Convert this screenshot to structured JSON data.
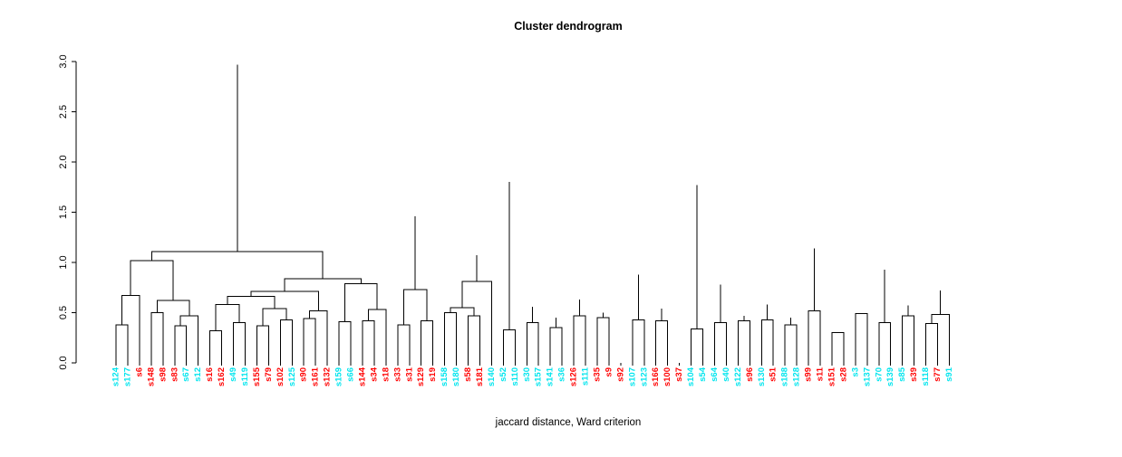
{
  "chart_data": {
    "type": "dendrogram",
    "title": "Cluster dendrogram",
    "xlabel": "jaccard distance, Ward criterion",
    "ylabel": "",
    "ylim": [
      0,
      3.0
    ],
    "yticks": [
      "0.0",
      "0.5",
      "1.0",
      "1.5",
      "2.0",
      "2.5",
      "3.0"
    ],
    "ytick_values": [
      0.0,
      0.5,
      1.0,
      1.5,
      2.0,
      2.5,
      3.0
    ],
    "grid": false,
    "legend": "none",
    "label_colors": {
      "cyan": "#00e5ee",
      "red": "#ff0000"
    },
    "leaves": [
      {
        "label": "s124",
        "color": "cyan"
      },
      {
        "label": "s177",
        "color": "cyan"
      },
      {
        "label": "s6",
        "color": "red"
      },
      {
        "label": "s148",
        "color": "red"
      },
      {
        "label": "s98",
        "color": "red"
      },
      {
        "label": "s83",
        "color": "red"
      },
      {
        "label": "s67",
        "color": "cyan"
      },
      {
        "label": "s12",
        "color": "cyan"
      },
      {
        "label": "s16",
        "color": "red"
      },
      {
        "label": "s162",
        "color": "red"
      },
      {
        "label": "s49",
        "color": "cyan"
      },
      {
        "label": "s119",
        "color": "cyan"
      },
      {
        "label": "s155",
        "color": "red"
      },
      {
        "label": "s79",
        "color": "red"
      },
      {
        "label": "s102",
        "color": "red"
      },
      {
        "label": "s125",
        "color": "cyan"
      },
      {
        "label": "s90",
        "color": "red"
      },
      {
        "label": "s161",
        "color": "red"
      },
      {
        "label": "s132",
        "color": "red"
      },
      {
        "label": "s159",
        "color": "cyan"
      },
      {
        "label": "s66",
        "color": "cyan"
      },
      {
        "label": "s144",
        "color": "red"
      },
      {
        "label": "s34",
        "color": "red"
      },
      {
        "label": "s18",
        "color": "red"
      },
      {
        "label": "s33",
        "color": "red"
      },
      {
        "label": "s31",
        "color": "red"
      },
      {
        "label": "s129",
        "color": "red"
      },
      {
        "label": "s19",
        "color": "red"
      },
      {
        "label": "s158",
        "color": "cyan"
      },
      {
        "label": "s180",
        "color": "cyan"
      },
      {
        "label": "s58",
        "color": "red"
      },
      {
        "label": "s181",
        "color": "red"
      },
      {
        "label": "s140",
        "color": "cyan"
      },
      {
        "label": "s52",
        "color": "cyan"
      },
      {
        "label": "s110",
        "color": "cyan"
      },
      {
        "label": "s30",
        "color": "cyan"
      },
      {
        "label": "s157",
        "color": "cyan"
      },
      {
        "label": "s141",
        "color": "cyan"
      },
      {
        "label": "s36",
        "color": "cyan"
      },
      {
        "label": "s126",
        "color": "red"
      },
      {
        "label": "s111",
        "color": "cyan"
      },
      {
        "label": "s35",
        "color": "red"
      },
      {
        "label": "s9",
        "color": "red"
      },
      {
        "label": "s92",
        "color": "red"
      },
      {
        "label": "s107",
        "color": "cyan"
      },
      {
        "label": "s123",
        "color": "cyan"
      },
      {
        "label": "s166",
        "color": "red"
      },
      {
        "label": "s100",
        "color": "red"
      },
      {
        "label": "s37",
        "color": "red"
      },
      {
        "label": "s104",
        "color": "cyan"
      },
      {
        "label": "s54",
        "color": "cyan"
      },
      {
        "label": "s64",
        "color": "cyan"
      },
      {
        "label": "s40",
        "color": "cyan"
      },
      {
        "label": "s122",
        "color": "cyan"
      },
      {
        "label": "s96",
        "color": "red"
      },
      {
        "label": "s130",
        "color": "cyan"
      },
      {
        "label": "s51",
        "color": "red"
      },
      {
        "label": "s188",
        "color": "cyan"
      },
      {
        "label": "s128",
        "color": "cyan"
      },
      {
        "label": "s99",
        "color": "red"
      },
      {
        "label": "s11",
        "color": "red"
      },
      {
        "label": "s151",
        "color": "red"
      },
      {
        "label": "s28",
        "color": "red"
      },
      {
        "label": "s3",
        "color": "cyan"
      },
      {
        "label": "s137",
        "color": "cyan"
      },
      {
        "label": "s70",
        "color": "cyan"
      },
      {
        "label": "s139",
        "color": "cyan"
      },
      {
        "label": "s85",
        "color": "cyan"
      },
      {
        "label": "s39",
        "color": "red"
      },
      {
        "label": "s118",
        "color": "cyan"
      },
      {
        "label": "s77",
        "color": "red"
      },
      {
        "label": "s91",
        "color": "cyan"
      }
    ],
    "merges": [
      {
        "left": {
          "leaf": 0
        },
        "right": {
          "leaf": 1
        },
        "height": 0.38
      },
      {
        "left": {
          "node": 0
        },
        "right": {
          "leaf": 2
        },
        "height": 0.67
      },
      {
        "left": {
          "leaf": 3
        },
        "right": {
          "leaf": 4
        },
        "height": 0.5
      },
      {
        "left": {
          "leaf": 5
        },
        "right": {
          "leaf": 6
        },
        "height": 0.37
      },
      {
        "left": {
          "node": 3
        },
        "right": {
          "leaf": 7
        },
        "height": 0.47
      },
      {
        "left": {
          "node": 2
        },
        "right": {
          "node": 4
        },
        "height": 0.62
      },
      {
        "left": {
          "node": 1
        },
        "right": {
          "node": 5
        },
        "height": 1.02
      },
      {
        "left": {
          "leaf": 8
        },
        "right": {
          "leaf": 9
        },
        "height": 0.32
      },
      {
        "left": {
          "leaf": 10
        },
        "right": {
          "leaf": 11
        },
        "height": 0.4
      },
      {
        "left": {
          "node": 7
        },
        "right": {
          "node": 8
        },
        "height": 0.58
      },
      {
        "left": {
          "leaf": 12
        },
        "right": {
          "leaf": 13
        },
        "height": 0.37
      },
      {
        "left": {
          "leaf": 14
        },
        "right": {
          "leaf": 15
        },
        "height": 0.43
      },
      {
        "left": {
          "node": 10
        },
        "right": {
          "node": 11
        },
        "height": 0.54
      },
      {
        "left": {
          "node": 9
        },
        "right": {
          "node": 12
        },
        "height": 0.66
      },
      {
        "left": {
          "leaf": 16
        },
        "right": {
          "leaf": 17
        },
        "height": 0.44
      },
      {
        "left": {
          "node": 14
        },
        "right": {
          "leaf": 18
        },
        "height": 0.52
      },
      {
        "left": {
          "node": 13
        },
        "right": {
          "node": 15
        },
        "height": 0.71
      },
      {
        "left": {
          "leaf": 19
        },
        "right": {
          "leaf": 20
        },
        "height": 0.41
      },
      {
        "left": {
          "leaf": 21
        },
        "right": {
          "leaf": 22
        },
        "height": 0.42
      },
      {
        "left": {
          "node": 18
        },
        "right": {
          "leaf": 23
        },
        "height": 0.53
      },
      {
        "left": {
          "node": 17
        },
        "right": {
          "node": 19
        },
        "height": 0.79
      },
      {
        "left": {
          "node": 16
        },
        "right": {
          "node": 20
        },
        "height": 0.84
      },
      {
        "left": {
          "node": 6
        },
        "right": {
          "node": 21
        },
        "height": 1.11
      },
      {
        "left": {
          "leaf": 24
        },
        "right": {
          "leaf": 25
        },
        "height": 0.38
      },
      {
        "left": {
          "leaf": 26
        },
        "right": {
          "leaf": 27
        },
        "height": 0.42
      },
      {
        "left": {
          "node": 23
        },
        "right": {
          "node": 24
        },
        "height": 0.73
      },
      {
        "left": {
          "leaf": 28
        },
        "right": {
          "leaf": 29
        },
        "height": 0.5
      },
      {
        "left": {
          "leaf": 30
        },
        "right": {
          "leaf": 31
        },
        "height": 0.47
      },
      {
        "left": {
          "node": 26
        },
        "right": {
          "node": 27
        },
        "height": 0.55
      },
      {
        "left": {
          "node": 28
        },
        "right": {
          "leaf": 32
        },
        "height": 0.81
      },
      {
        "left": {
          "node": 29
        },
        "right": {
          "node": 30
        },
        "height": 1.07
      },
      {
        "left": {
          "node": 25
        },
        "right": {
          "node": 31
        },
        "height": 1.46
      },
      {
        "left": {
          "leaf": 33
        },
        "right": {
          "leaf": 34
        },
        "height": 0.33
      },
      {
        "left": {
          "leaf": 35
        },
        "right": {
          "leaf": 36
        },
        "height": 0.4
      },
      {
        "left": {
          "leaf": 37
        },
        "right": {
          "leaf": 38
        },
        "height": 0.35
      },
      {
        "left": {
          "node": 34
        },
        "right": {
          "node": 35
        },
        "height": 0.45
      },
      {
        "left": {
          "node": 33
        },
        "right": {
          "node": 36
        },
        "height": 0.56
      },
      {
        "left": {
          "leaf": 39
        },
        "right": {
          "leaf": 40
        },
        "height": 0.47
      },
      {
        "left": {
          "leaf": 41
        },
        "right": {
          "leaf": 42
        },
        "height": 0.45
      },
      {
        "left": {
          "node": 38
        },
        "right": {
          "node": 39
        },
        "height": 0.5
      },
      {
        "left": {
          "node": 40
        },
        "right": {
          "leaf": 43
        },
        "height": 0.52
      },
      {
        "left": {
          "node": 37
        },
        "right": {
          "node": 41
        },
        "height": 0.63
      },
      {
        "left": {
          "leaf": 44
        },
        "right": {
          "leaf": 45
        },
        "height": 0.43
      },
      {
        "left": {
          "leaf": 46
        },
        "right": {
          "leaf": 47
        },
        "height": 0.42
      },
      {
        "left": {
          "node": 43
        },
        "right": {
          "node": 44
        },
        "height": 0.54
      },
      {
        "left": {
          "node": 45
        },
        "right": {
          "leaf": 48
        },
        "height": 0.62
      },
      {
        "left": {
          "node": 42
        },
        "right": {
          "node": 46
        },
        "height": 0.88
      },
      {
        "left": {
          "node": 32
        },
        "right": {
          "node": 47
        },
        "height": 1.8
      },
      {
        "left": {
          "leaf": 49
        },
        "right": {
          "leaf": 50
        },
        "height": 0.34
      },
      {
        "left": {
          "leaf": 51
        },
        "right": {
          "leaf": 52
        },
        "height": 0.4
      },
      {
        "left": {
          "leaf": 53
        },
        "right": {
          "leaf": 54
        },
        "height": 0.42
      },
      {
        "left": {
          "node": 50
        },
        "right": {
          "node": 51
        },
        "height": 0.47
      },
      {
        "left": {
          "leaf": 55
        },
        "right": {
          "leaf": 56
        },
        "height": 0.43
      },
      {
        "left": {
          "leaf": 57
        },
        "right": {
          "leaf": 58
        },
        "height": 0.38
      },
      {
        "left": {
          "node": 53
        },
        "right": {
          "node": 54
        },
        "height": 0.45
      },
      {
        "left": {
          "node": 52
        },
        "right": {
          "node": 55
        },
        "height": 0.58
      },
      {
        "left": {
          "node": 49
        },
        "right": {
          "node": 56
        },
        "height": 0.78
      },
      {
        "left": {
          "leaf": 59
        },
        "right": {
          "leaf": 60
        },
        "height": 0.52
      },
      {
        "left": {
          "leaf": 61
        },
        "right": {
          "leaf": 62
        },
        "height": 0.3
      },
      {
        "left": {
          "node": 59
        },
        "right": {
          "node": 60
        },
        "height": 0.68
      },
      {
        "left": {
          "leaf": 63
        },
        "right": {
          "leaf": 64
        },
        "height": 0.49
      },
      {
        "left": {
          "leaf": 65
        },
        "right": {
          "leaf": 66
        },
        "height": 0.4
      },
      {
        "left": {
          "leaf": 67
        },
        "right": {
          "leaf": 68
        },
        "height": 0.47
      },
      {
        "left": {
          "node": 62
        },
        "right": {
          "node": 63
        },
        "height": 0.57
      },
      {
        "left": {
          "leaf": 69
        },
        "right": {
          "leaf": 70
        },
        "height": 0.39
      },
      {
        "left": {
          "node": 64
        },
        "right": {
          "leaf": 71
        },
        "height": 0.48
      },
      {
        "left": {
          "node": 65
        },
        "right": {
          "node": 66
        },
        "height": 0.72
      },
      {
        "left": {
          "node": 61
        },
        "right": {
          "node": 67
        },
        "height": 0.93
      },
      {
        "left": {
          "node": 57
        },
        "right": {
          "node": 68
        },
        "height": 1.14
      },
      {
        "left": {
          "node": 48
        },
        "right": {
          "node": 69
        },
        "height": 1.77
      },
      {
        "left": {
          "node": 22
        },
        "right": {
          "node": 70
        },
        "height": 2.97
      }
    ]
  }
}
